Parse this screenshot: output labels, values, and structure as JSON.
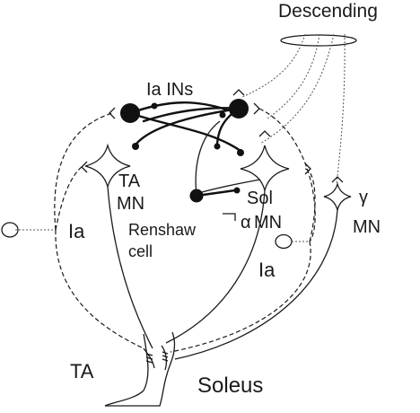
{
  "labels": {
    "descending": "Descending",
    "ia_ins": "Ia INs",
    "ta_mn_line1": "TA",
    "ta_mn_line2": "MN",
    "renshaw_line1": "Renshaw",
    "renshaw_line2": "cell",
    "sol_line1": "Sol",
    "sol_alpha": "α",
    "sol_line2": "MN",
    "gamma": "γ",
    "gamma_mn": "MN",
    "ia_left": "Ia",
    "ia_right": "Ia",
    "ta": "TA",
    "soleus": "Soleus"
  },
  "colors": {
    "ink": "#1a1a1a",
    "background": "#ffffff"
  }
}
